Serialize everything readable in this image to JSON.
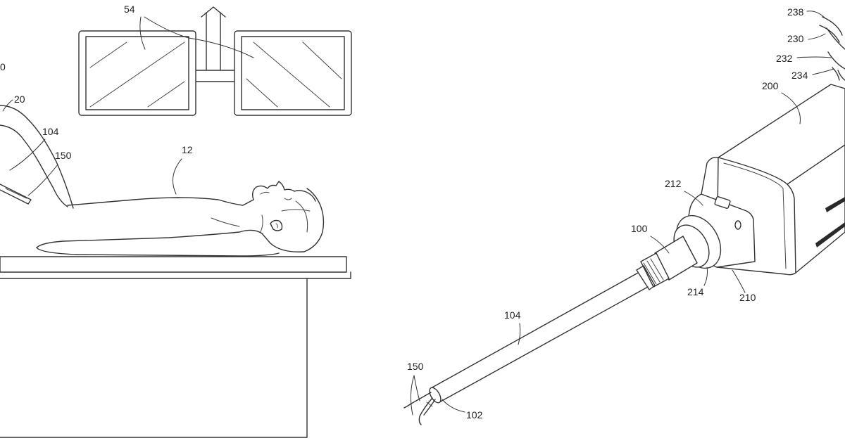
{
  "figure_left": {
    "labels": {
      "monitors": "54",
      "surgeon": "20",
      "patient": "12",
      "shaft": "104",
      "end_effector": "150",
      "partial_label": "0"
    }
  },
  "figure_right": {
    "labels": {
      "shaft": "104",
      "end_effector": "150",
      "distal_tip": "102",
      "tool_assembly": "100",
      "handle_housing": "200",
      "front_face": "212",
      "collar": "214",
      "nose_cone": "210",
      "cable_238": "238",
      "cable_230": "230",
      "cable_232": "232",
      "cable_234": "234"
    }
  }
}
